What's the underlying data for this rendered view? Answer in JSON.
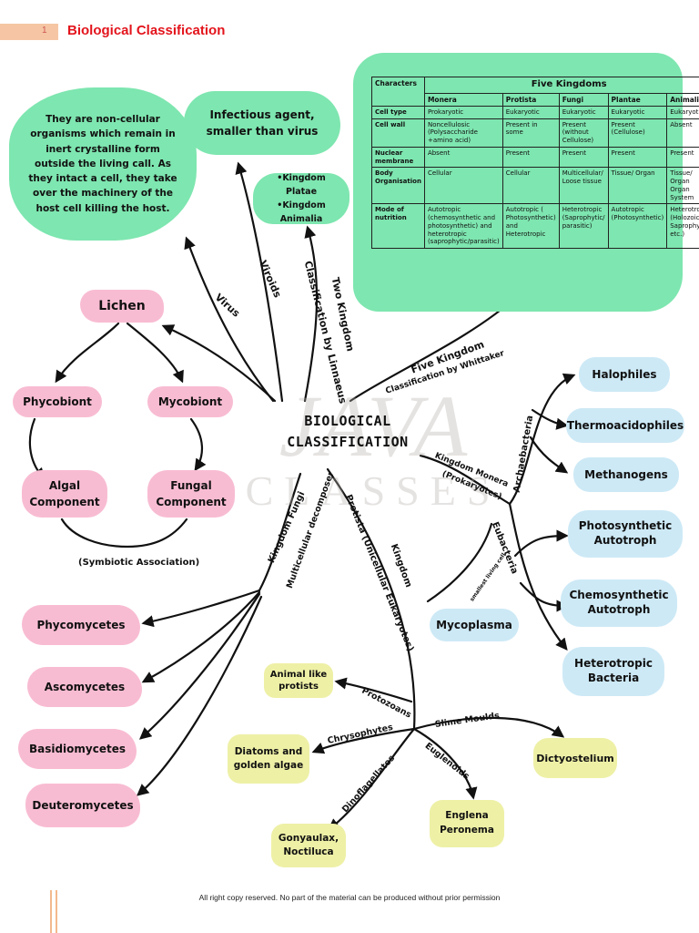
{
  "header": {
    "page_number": "1",
    "title": "Biological Classification"
  },
  "center": {
    "line1": "BIOLOGICAL",
    "line2": "CLASSIFICATION"
  },
  "watermark": {
    "big": "JAVA",
    "small": "CLASSES"
  },
  "virus": {
    "branch_label": "Virus",
    "description": "They are non-cellular organisms which remain in inert crystalline form outside the living call. As they intact a cell, they take over the machinery of the host cell killing the host."
  },
  "viroids": {
    "branch_label": "Viroids",
    "description": "Infectious agent, smaller than virus"
  },
  "two_kingdom": {
    "branch_label_1": "Two Kingdom",
    "branch_label_2": "Classification by Linnaeus",
    "items": [
      "•Kingdom Platae",
      "•Kingdom Animalia"
    ]
  },
  "five_kingdom": {
    "branch_label_1": "Five Kingdom",
    "branch_label_2": "Classification by Whittaker",
    "table": {
      "corner": "Characters",
      "group_header": "Five Kingdoms",
      "columns": [
        "Monera",
        "Protista",
        "Fungi",
        "Plantae",
        "Animalia"
      ],
      "rows": [
        {
          "label": "Cell type",
          "cells": [
            "Prokaryotic",
            "Eukaryotic",
            "Eukaryotic",
            "Eukaryotic",
            "Eukaryotic"
          ]
        },
        {
          "label": "Cell wall",
          "cells": [
            "Noncellulosic (Polysaccharide +amino acid)",
            "Present in some",
            "Present (without Cellulose)",
            "Present (Cellulose)",
            "Absent"
          ]
        },
        {
          "label": "Nuclear membrane",
          "cells": [
            "Absent",
            "Present",
            "Present",
            "Present",
            "Present"
          ]
        },
        {
          "label": "Body Organisation",
          "cells": [
            "Cellular",
            "Cellular",
            "Multicellular/ Loose tissue",
            "Tissue/ Organ",
            "Tissue/ Organ Organ System"
          ]
        },
        {
          "label": "Mode of nutrition",
          "cells": [
            "Autotropic (chemosynthetic and photosynthetic) and heterotropic (saprophytic/parasitic)",
            "Autotropic ( Photosynthetic) and Heterotropic",
            "Heterotropic (Saprophytic/ parasitic)",
            "Autotropic (Photosynthetic)",
            "Heterotropic (Holozoic/ Saprophytic/ etc.)"
          ]
        }
      ]
    }
  },
  "monera": {
    "branch_label_1": "Kingdom Monera",
    "branch_label_2": "(Prokaryotes)",
    "archaebacteria": {
      "label": "Archaebacteria",
      "items": [
        "Halophiles",
        "Thermoacidophiles",
        "Methanogens"
      ]
    },
    "eubacteria": {
      "label": "Eubacteria",
      "items": [
        "Photosynthetic Autotroph",
        "Chemosynthetic Autotroph",
        "Heterotropic Bacteria"
      ]
    },
    "smallest_label": "smallest living cell",
    "mycoplasma": "Mycoplasma"
  },
  "fungi": {
    "branch_label_1": "Kingdom Fungi",
    "branch_label_2": "Multicellular decomposer",
    "items": [
      "Phycomycetes",
      "Ascomycetes",
      "Basidiomycetes",
      "Deuteromycetes"
    ]
  },
  "lichen": {
    "title": "Lichen",
    "phycobiont": "Phycobiont",
    "mycobiont": "Mycobiont",
    "algal": "Algal Component",
    "fungal": "Fungal Component",
    "association": "(Symbiotic Association)"
  },
  "protista": {
    "branch_label_1": "Kingdom",
    "branch_label_2": "Protista (Unicellular Eukaryotes)",
    "groups": {
      "protozoans": {
        "label": "Protozoans",
        "item": "Animal like protists"
      },
      "chrysophytes": {
        "label": "Chrysophytes",
        "item": "Diatoms and golden algae"
      },
      "dinoflagellates": {
        "label": "Dinoflagellates",
        "item": "Gonyaulax, Noctiluca"
      },
      "euglenoids": {
        "label": "Euglenoids",
        "item": "Englena Peronema"
      },
      "slime_moulds": {
        "label": "Slime Moulds",
        "item": "Dictyostelium"
      }
    }
  },
  "footer": "All right copy reserved. No part of the material can be produced without prior permission",
  "colors": {
    "green": "#7ee6b0",
    "pink": "#f8bcd2",
    "blue": "#cde9f6",
    "yellow": "#eef0a6",
    "header_red": "#e3141c"
  }
}
